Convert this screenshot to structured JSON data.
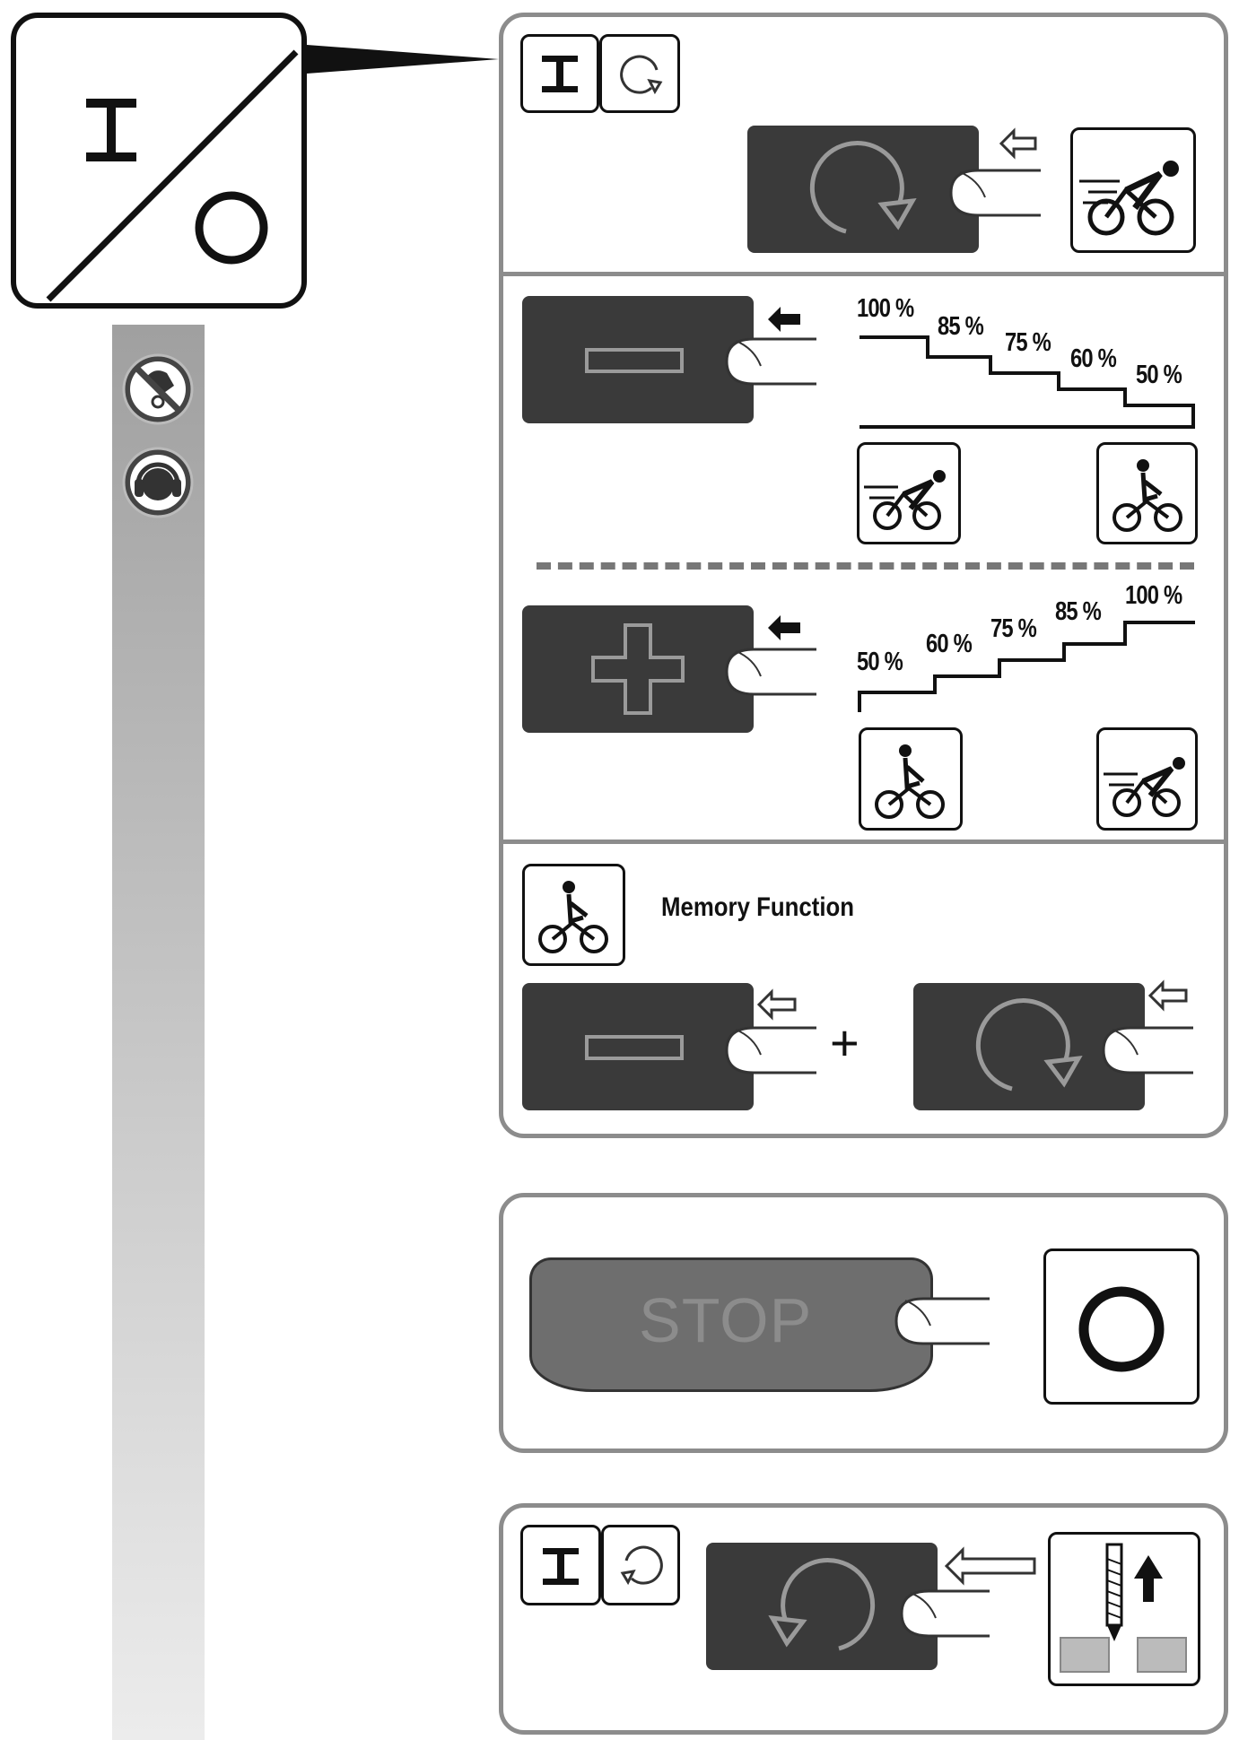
{
  "main_symbol": {
    "on": "I",
    "off": "O"
  },
  "start_panel": {
    "symbol_on": "I",
    "direction": "clockwise"
  },
  "decrease_panel": {
    "steps": [
      "100 %",
      "85 %",
      "75 %",
      "60 %",
      "50 %"
    ]
  },
  "increase_panel": {
    "steps": [
      "50 %",
      "60 %",
      "75 %",
      "85 %",
      "100 %"
    ]
  },
  "memory_panel": {
    "title": "Memory Function",
    "plus": "+"
  },
  "stop_panel": {
    "button_label": "STOP",
    "symbol_off": "O"
  },
  "reverse_panel": {
    "symbol_on": "I",
    "direction": "counterclockwise"
  },
  "colors": {
    "button_dark": "#3a3a3a",
    "frame_gray": "#8c8c8c",
    "button_glyph": "#9a9a9a"
  }
}
